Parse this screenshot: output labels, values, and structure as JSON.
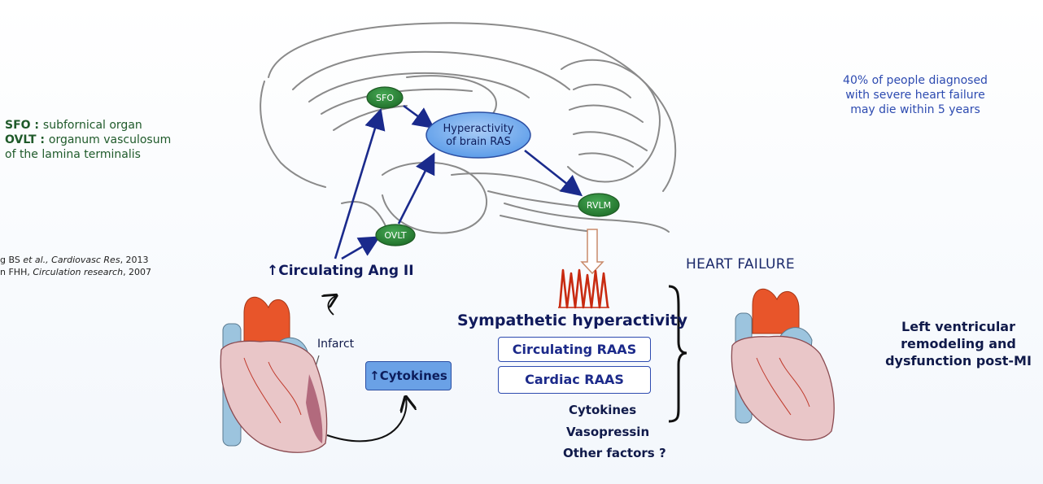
{
  "legend": {
    "sfo_abbr": "SFO",
    "sfo_sep": " : ",
    "sfo_full": "subfornical organ",
    "ovlt_abbr": "OVLT",
    "ovlt_sep": " : ",
    "ovlt_full": "organum vasculosum",
    "ovlt_full_2": "of the lamina terminalis"
  },
  "references": {
    "ref1_a": "g BS ",
    "ref1_etal": "et al., Cardiovasc Res",
    "ref1_b": ", 2013",
    "ref2_a": "n FHH, ",
    "ref2_journal": "Circulation research",
    "ref2_b": ", 2007"
  },
  "stat": {
    "line1": "40% of people diagnosed",
    "line2": "with severe heart failure",
    "line3": "may die within 5 years"
  },
  "brain_nodes": {
    "sfo": "SFO",
    "ovlt": "OVLT",
    "rvlm": "RVLM",
    "ras_line1": "Hyperactivity",
    "ras_line2": "of brain RAS"
  },
  "labels": {
    "circulating_ang": "↑Circulating Ang II",
    "infarct": "Infarct",
    "cytokines_box": "↑Cytokines",
    "sympathetic": "Sympathetic hyperactivity",
    "circulating_raas": "Circulating RAAS",
    "cardiac_raas": "Cardiac RAAS",
    "cytokines": "Cytokines",
    "vasopressin": "Vasopressin",
    "other_factors": "Other factors ?",
    "heart_failure": "HEART FAILURE",
    "lv_line1": "Left ventricular",
    "lv_line2": "remodeling and",
    "lv_line3": "dysfunction post-MI"
  },
  "colors": {
    "node_green": "#2e8b3a",
    "node_green_dark": "#1d5a23",
    "ras_fill": "#6aa8ef",
    "arrow_blue": "#1a2a8c",
    "brain_line": "#8a8a8a",
    "heart_red": "#e8552a",
    "heart_blue": "#9cc4de",
    "heart_pink": "#e9c6c8",
    "spike_red": "#c82a10"
  }
}
